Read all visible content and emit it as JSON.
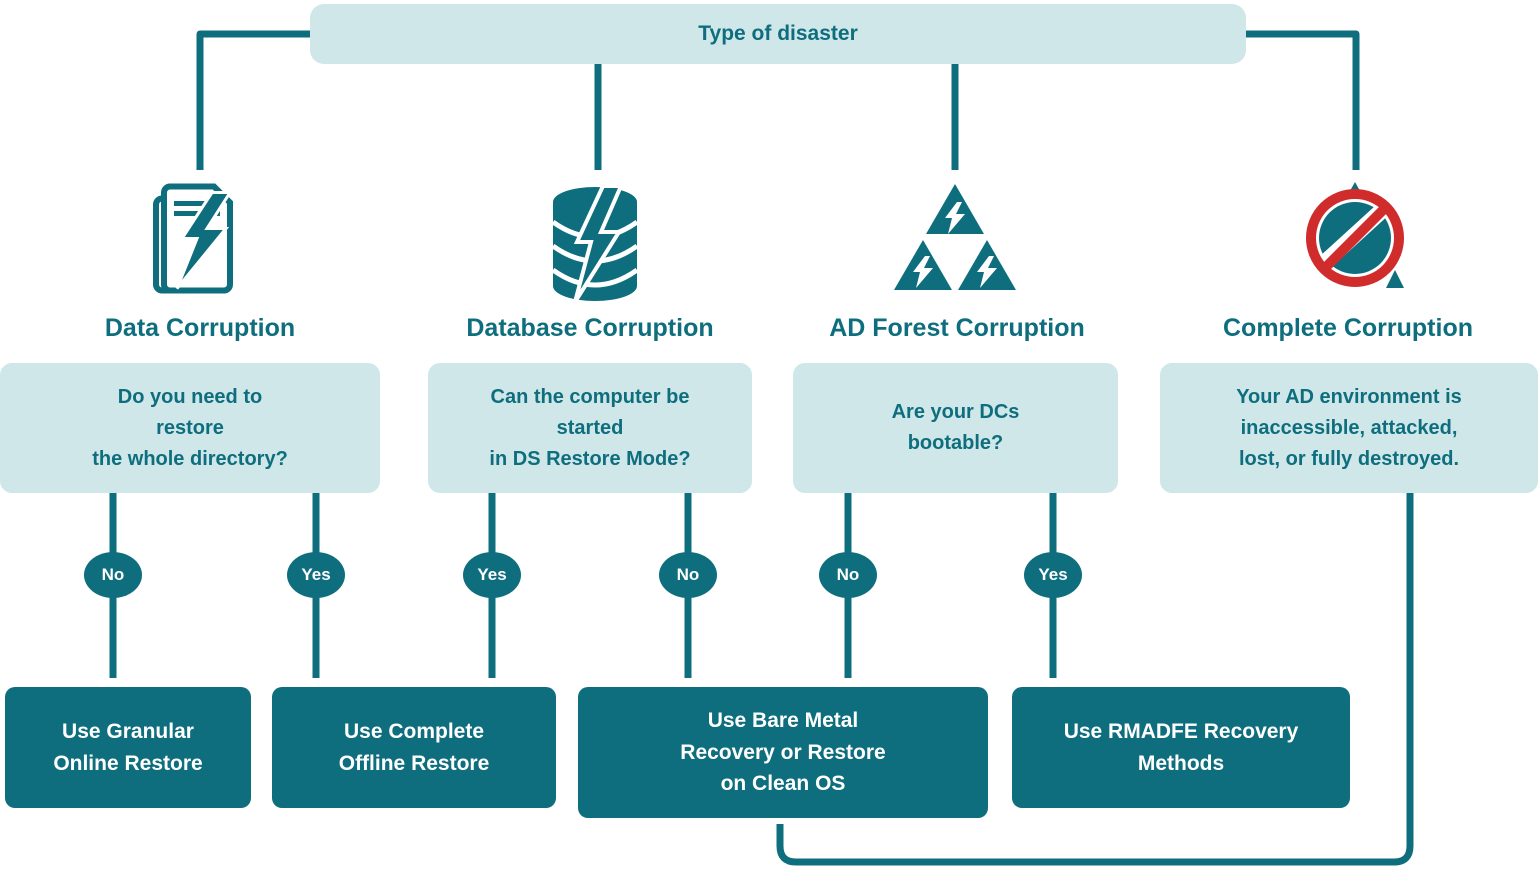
{
  "title": "Type of disaster",
  "colors": {
    "dark_teal": "#0e6e7e",
    "light_teal": "#cfe7e8",
    "alert_red": "#d02c2c",
    "white": "#ffffff"
  },
  "branches": [
    {
      "label": "Data Corruption",
      "icon": "data-corruption-icon",
      "question": "Do you need to\nrestore\nthe whole directory?"
    },
    {
      "label": "Database Corruption",
      "icon": "database-corruption-icon",
      "question": "Can the computer be\nstarted\nin DS Restore Mode?"
    },
    {
      "label": "AD Forest Corruption",
      "icon": "ad-forest-corruption-icon",
      "question": "Are your DCs\nbootable?"
    },
    {
      "label": "Complete Corruption",
      "icon": "complete-corruption-icon",
      "question": "Your AD environment is\ninaccessible, attacked,\nlost, or fully destroyed."
    }
  ],
  "decisions": [
    {
      "label": "No"
    },
    {
      "label": "Yes"
    },
    {
      "label": "Yes"
    },
    {
      "label": "No"
    },
    {
      "label": "No"
    },
    {
      "label": "Yes"
    }
  ],
  "outcomes": [
    {
      "label": "Use Granular\nOnline Restore"
    },
    {
      "label": "Use Complete\nOffline Restore"
    },
    {
      "label": "Use Bare Metal\nRecovery or Restore\non Clean OS"
    },
    {
      "label": "Use RMADFE Recovery\nMethods"
    }
  ]
}
